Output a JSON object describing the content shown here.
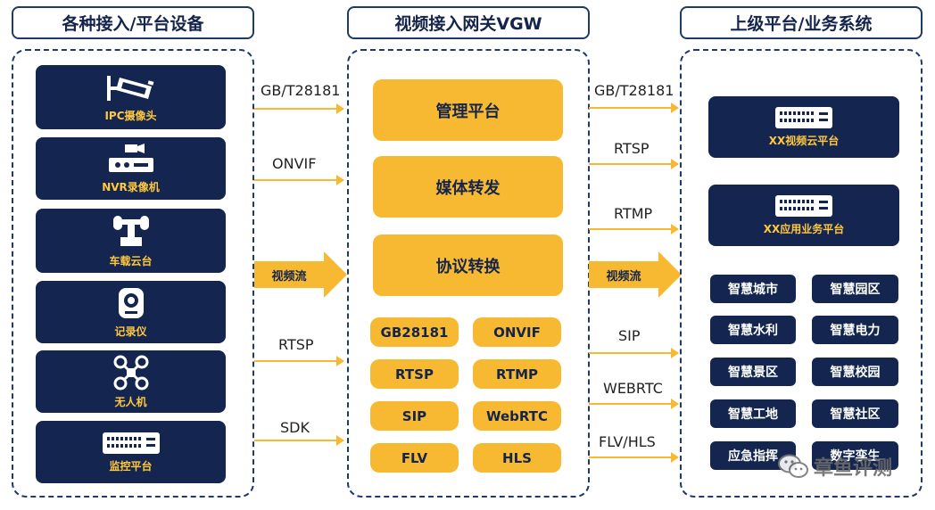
{
  "left": {
    "title": "各种接入/平台设备",
    "devices": [
      {
        "label": "IPC摄像头",
        "icon": "camera-icon"
      },
      {
        "label": "NVR录像机",
        "icon": "recorder-icon"
      },
      {
        "label": "车载云台",
        "icon": "ptz-icon"
      },
      {
        "label": "记录仪",
        "icon": "bodycam-icon"
      },
      {
        "label": "无人机",
        "icon": "drone-icon"
      },
      {
        "label": "监控平台",
        "icon": "rack-icon"
      }
    ]
  },
  "center": {
    "title": "视频接入网关VGW",
    "modules": [
      "管理平台",
      "媒体转发",
      "协议转换"
    ],
    "protocols": [
      "GB28181",
      "ONVIF",
      "RTSP",
      "RTMP",
      "SIP",
      "WebRTC",
      "FLV",
      "HLS"
    ]
  },
  "right": {
    "title": "上级平台/业务系统",
    "platforms": [
      {
        "label": "XX视频云平台",
        "icon": "rack-icon"
      },
      {
        "label": "XX应用业务平台",
        "icon": "rack-icon"
      }
    ],
    "apps": [
      "智慧城市",
      "智慧园区",
      "智慧水利",
      "智慧电力",
      "智慧景区",
      "智慧校园",
      "智慧工地",
      "智慧社区",
      "应急指挥",
      "数字孪生"
    ]
  },
  "left_links": {
    "gb": "GB/T28181",
    "onvif": "ONVIF",
    "stream": "视频流",
    "rtsp": "RTSP",
    "sdk": "SDK"
  },
  "right_links": {
    "gb": "GB/T28181",
    "rtsp": "RTSP",
    "rtmp": "RTMP",
    "stream": "视频流",
    "sip": "SIP",
    "webrtc": "WEBRTC",
    "flvhls": "FLV/HLS"
  },
  "watermark": "章鱼评测",
  "colors": {
    "navy": "#14264f",
    "orange": "#f7b932",
    "gold_text": "#ffc83d"
  }
}
